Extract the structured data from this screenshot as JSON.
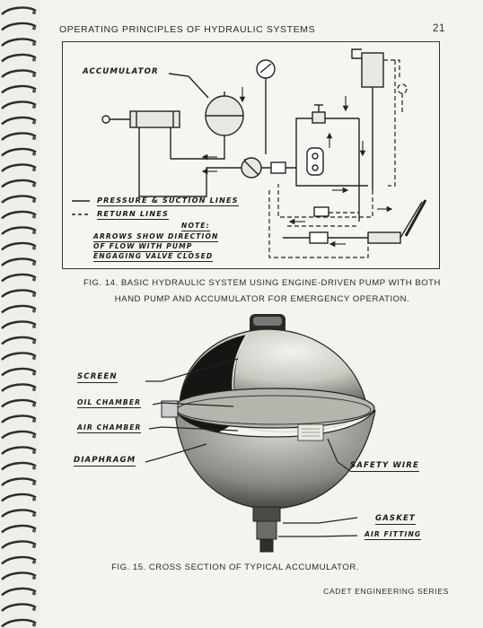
{
  "header": {
    "title": "OPERATING PRINCIPLES OF HYDRAULIC SYSTEMS",
    "page_number": "21"
  },
  "fig14": {
    "labels": {
      "accumulator": "ACCUMULATOR",
      "pressure_suction": "PRESSURE & SUCTION LINES",
      "return_lines": "RETURN LINES",
      "note": "NOTE:",
      "note_line1": "ARROWS SHOW DIRECTION",
      "note_line2": "OF FLOW WITH PUMP",
      "note_line3": "ENGAGING VALVE CLOSED"
    },
    "caption_line1": "FIG. 14. BASIC HYDRAULIC SYSTEM USING ENGINE-DRIVEN PUMP WITH BOTH",
    "caption_line2": "HAND PUMP AND ACCUMULATOR FOR EMERGENCY OPERATION."
  },
  "fig15": {
    "labels": {
      "screen": "SCREEN",
      "oil_chamber": "OIL CHAMBER",
      "air_chamber": "AIR CHAMBER",
      "diaphragm": "DIAPHRAGM",
      "safety_wire": "SAFETY WIRE",
      "gasket": "GASKET",
      "air_fitting": "AIR FITTING"
    },
    "caption": "FIG. 15. CROSS SECTION OF TYPICAL ACCUMULATOR."
  },
  "footer": "CADET ENGINEERING SERIES"
}
